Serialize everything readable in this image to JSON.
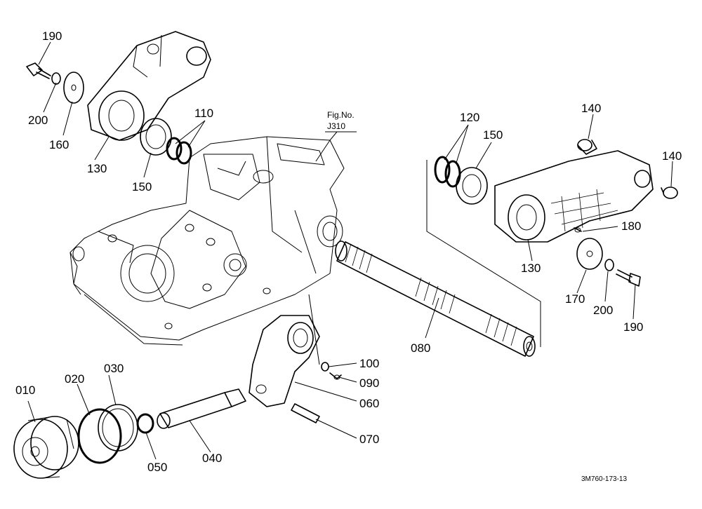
{
  "figure_reference": {
    "line1": "Fig.No.",
    "line2": "J310"
  },
  "drawing_code": "3M760-173-13",
  "callouts": {
    "p190_left": "190",
    "p200_left": "200",
    "p160": "160",
    "p130_left": "130",
    "p110": "110",
    "p150_left": "150",
    "p120": "120",
    "p150_right": "150",
    "p140_top": "140",
    "p140_right": "140",
    "p180": "180",
    "p130_right": "130",
    "p170": "170",
    "p200_right": "200",
    "p190_right": "190",
    "p080": "080",
    "p100": "100",
    "p090": "090",
    "p060": "060",
    "p070": "070",
    "p010": "010",
    "p020": "020",
    "p030": "030",
    "p050": "050",
    "p040": "040"
  }
}
